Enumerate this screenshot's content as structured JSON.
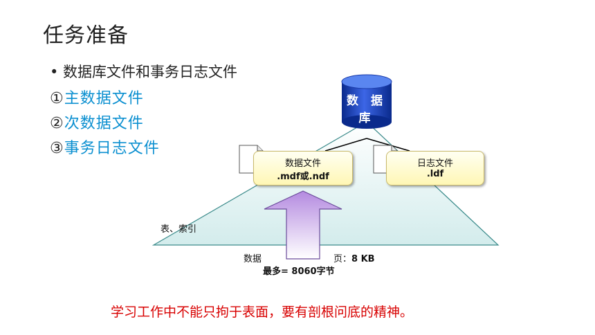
{
  "slide": {
    "title": "任务准备",
    "bullet": "• 数据库文件和事务日志文件",
    "items": [
      {
        "mark": "①",
        "label": "主数据文件"
      },
      {
        "mark": "②",
        "label": "次数据文件"
      },
      {
        "mark": "③",
        "label": "事务日志文件"
      }
    ],
    "note": "学习工作中不能只拘于表面，要有剖根问底的精神。"
  },
  "diagram": {
    "database_line1": "数 据",
    "database_line2": "库",
    "data_file": {
      "line1": "数据文件",
      "line2": ".mdf或.ndf"
    },
    "log_file": {
      "line1": "日志文件",
      "line2": ".ldf"
    },
    "tables_label": "表、索引",
    "data_label": "数据",
    "page_label": "页：",
    "page_size": "8 KB",
    "max_label": "最多= ",
    "max_value": "8060",
    "max_unit": "字节"
  },
  "colors": {
    "title": "#1f1f1f",
    "accent_blue": "#0a8fd0",
    "note_red": "#d80000",
    "triangle_fill": "#e6f4f4",
    "arrow_fill": "#c8a8ea"
  },
  "icons": [
    "database-icon",
    "document-icon",
    "up-arrow-icon"
  ]
}
